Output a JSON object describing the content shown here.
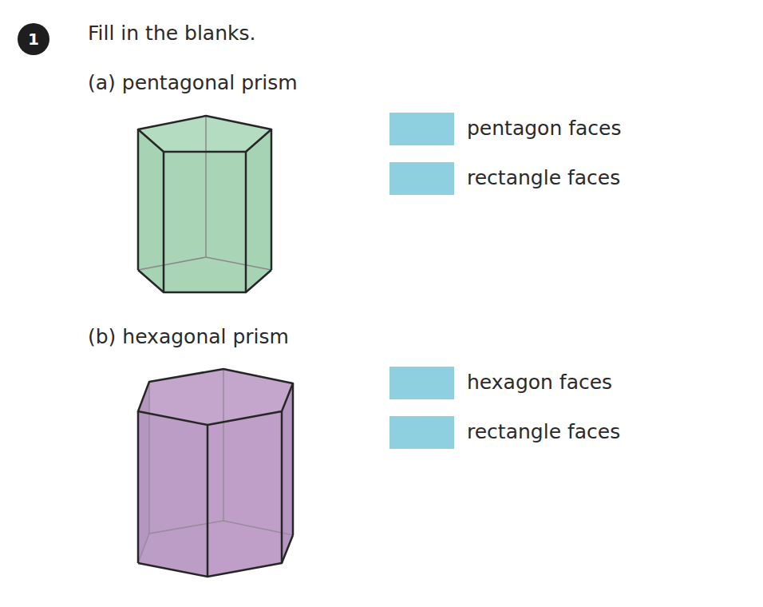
{
  "diagram": {
    "nodes": [
      {
        "text": [
          "1"
        ]
      }
    ],
    "labels": [
      "Fill in the blanks.",
      "(a) pentagonal prism",
      "pentagon faces",
      "rectangle faces",
      "(b) hexagonal prism",
      "hexagon faces",
      "rectangle faces"
    ]
  }
}
